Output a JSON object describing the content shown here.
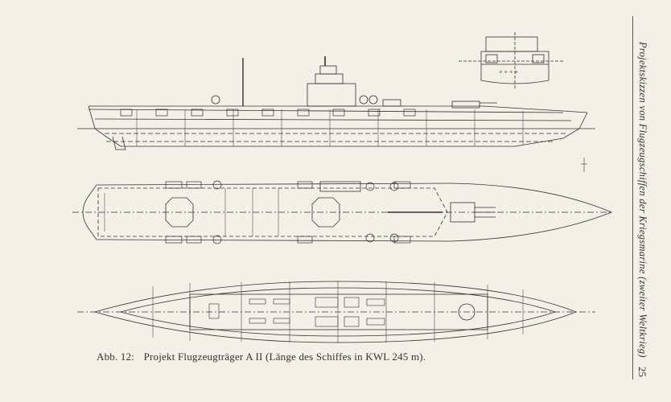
{
  "caption": {
    "figure_label": "Abb. 12:",
    "text": "Projekt Flugzeugträger A II (Länge des Schiffes in KWL 245 m)."
  },
  "running_head": "Projektskizzen von Flugzeugschiffen der Kriegsmarine (zweiter Weltkrieg)",
  "page_number": "25"
}
